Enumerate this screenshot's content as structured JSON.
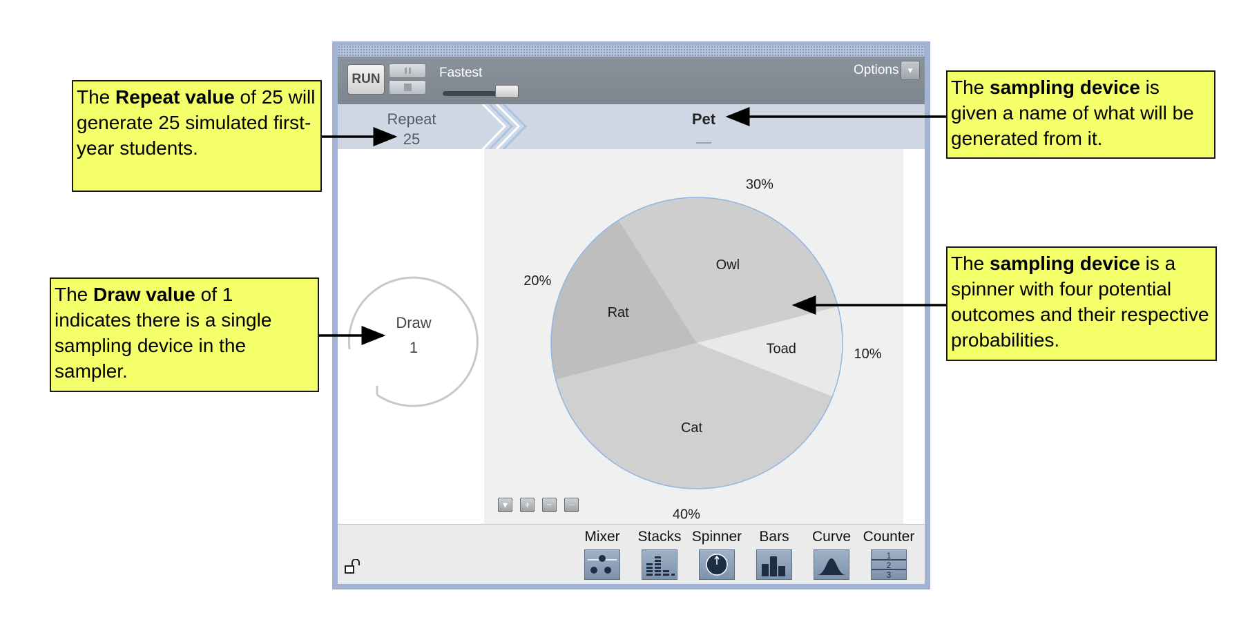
{
  "toolbar": {
    "run_label": "RUN",
    "speed_label": "Fastest",
    "speed_level": 1.0,
    "options_label": "Options",
    "options_arrow": "▾"
  },
  "header": {
    "repeat_label": "Repeat",
    "repeat_value": "25",
    "device_name": "Pet"
  },
  "draw": {
    "label": "Draw",
    "value": "1"
  },
  "spinner": {
    "segments": [
      {
        "label": "Owl",
        "percent": 30,
        "percent_label": "30%",
        "color": "#cecece"
      },
      {
        "label": "Toad",
        "percent": 10,
        "percent_label": "10%",
        "color": "#e9e9e9"
      },
      {
        "label": "Cat",
        "percent": 40,
        "percent_label": "40%",
        "color": "#d0d0d0"
      },
      {
        "label": "Rat",
        "percent": 20,
        "percent_label": "20%",
        "color": "#bebebe"
      }
    ]
  },
  "zoom_controls": {
    "menu": "▾",
    "zoom_in": "+",
    "zoom_out": "−",
    "more": "···"
  },
  "palette": {
    "items": [
      "Mixer",
      "Stacks",
      "Spinner",
      "Bars",
      "Curve",
      "Counter"
    ],
    "counter_digits": [
      "1",
      "2",
      "3"
    ]
  },
  "callouts": {
    "repeat": {
      "t1": "The ",
      "b1": "Repeat value",
      "t2": " of 25 will generate 25 simulated first-year students."
    },
    "draw": {
      "t1": "The ",
      "b1": "Draw value",
      "t2": " of 1 indicates there is a single sampling device in the sampler."
    },
    "name": {
      "t1": "The ",
      "b1": "sampling device",
      "t2": " is given a name of what will be generated from it."
    },
    "spinner": {
      "t1": "The ",
      "b1": "sampling device",
      "t2": " is a spinner with four potential outcomes and their respective probabilities."
    }
  },
  "colors": {
    "callout_bg": "#f4ff6a",
    "window_frame": "#a2b3d3",
    "toolbar": "#848d95",
    "spinner_outline": "#8fb6e0"
  }
}
